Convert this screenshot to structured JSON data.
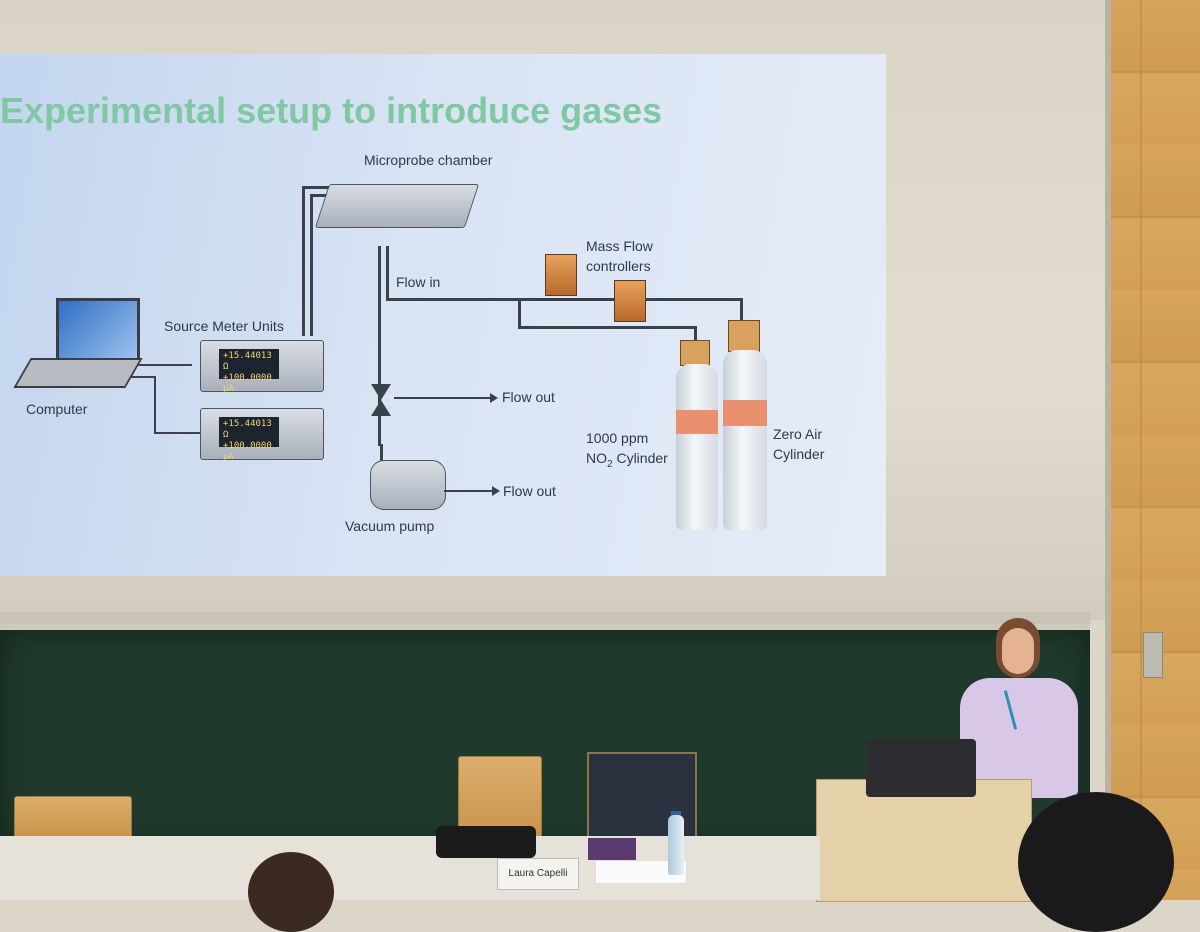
{
  "slide": {
    "title": "Experimental setup to introduce gases",
    "labels": {
      "microprobe_chamber": "Microprobe chamber",
      "mass_flow": "Mass Flow",
      "controllers": "controllers",
      "flow_in": "Flow in",
      "source_meter_units": "Source Meter Units",
      "computer": "Computer",
      "flow_out_1": "Flow out",
      "flow_out_2": "Flow out",
      "vacuum_pump": "Vacuum pump",
      "no2_cylinder_line1": "1000 ppm",
      "no2_cylinder_line2": "NO",
      "no2_subscript": "2",
      "no2_cylinder_suffix": " Cylinder",
      "zero_air_line1": "Zero Air",
      "zero_air_line2": "Cylinder"
    },
    "smu_readout": {
      "line1": "+15.44013 Ω",
      "line2": "+100.0000 µA"
    },
    "colors": {
      "title": "#7fc8a2",
      "background": "#d8e3f4",
      "pipe": "#3b4148"
    }
  },
  "room": {
    "nameplate": "Laura Capelli"
  }
}
